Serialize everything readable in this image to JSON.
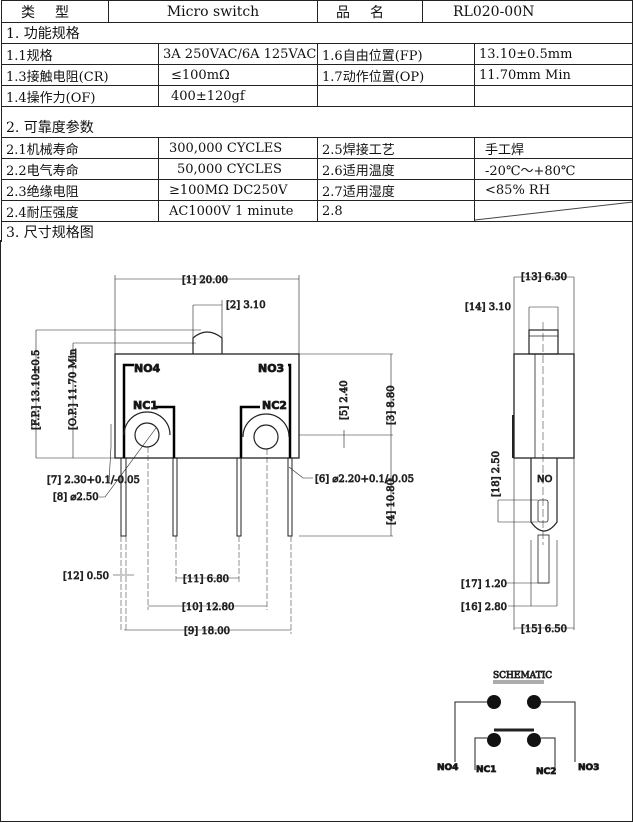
{
  "header": {
    "type_label": "类型",
    "type_value": "Micro switch",
    "name_label": "品名",
    "name_value": "RL020-00N"
  },
  "section1": {
    "title": "1. 功能规格",
    "rows": [
      [
        "1.1规格",
        "3A 250VAC/6A 125VAC",
        "1.6自由位置(FP)",
        "13.10±0.5mm"
      ],
      [
        "1.3接触电阻(CR)",
        "≤100mΩ",
        "1.7动作位置(OP)",
        "11.70mm Min"
      ],
      [
        "1.4操作力(OF)",
        "400±120gf",
        "",
        ""
      ]
    ]
  },
  "section2": {
    "title": "2. 可靠度参数",
    "rows": [
      [
        "2.1机械寿命",
        "300,000 CYCLES",
        "2.5焊接工艺",
        "手工焊"
      ],
      [
        "2.2电气寿命",
        "50,000 CYCLES",
        "2.6适用温度",
        "-20℃～+80℃"
      ],
      [
        "2.3绝缘电阻",
        "≥100MΩ DC250V",
        "2.7适用湿度",
        "<85% RH"
      ],
      [
        "2.4耐压强度",
        "AC1000V 1 minute",
        "2.8",
        ""
      ]
    ]
  },
  "section3": {
    "title": "3. 尺寸规格图"
  },
  "drawing": {
    "dims": {
      "d1": "[1] 20.00",
      "d2": "[2] 3.10",
      "d3": "[3] 8.80",
      "d4": "[4] 10.80",
      "d5": "[5] 2.40",
      "d6": "[6] ⌀2.20+0.1/-0.05",
      "d7": "[7] 2.30+0.1/-0.05",
      "d8": "[8] ⌀2.50",
      "d9": "[9] 18.00",
      "d10": "[10] 12.80",
      "d11": "[11] 6.80",
      "d12": "[12] 0.50",
      "d13": "[13] 6.30",
      "d14": "[14] 3.10",
      "d15": "[15] 6.50",
      "d16": "[16] 2.80",
      "d17": "[17] 1.20",
      "d18": "[18] 2.50",
      "fp": "[F.P.] 13.10±0.5",
      "op": "[O.P.] 11.70 Min"
    },
    "terminals": {
      "no4": "NO4",
      "no3": "NO3",
      "nc1": "NC1",
      "nc2": "NC2",
      "no": "NO"
    },
    "schematic": {
      "title": "SCHEMATIC",
      "no4": "NO4",
      "nc1": "NC1",
      "nc2": "NC2",
      "no3": "NO3"
    }
  }
}
